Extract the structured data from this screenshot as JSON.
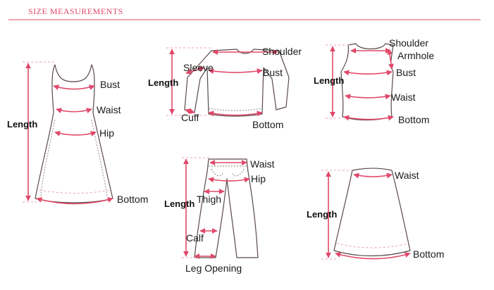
{
  "header": {
    "title": "SIZE MEASUREMENTS"
  },
  "colors": {
    "accent": "#e0486a",
    "outline": "#5a4a4a",
    "guide": "#e9a0b3"
  },
  "dress": {
    "bust": "Bust",
    "waist": "Waist",
    "hip": "Hip",
    "length": "Length",
    "bottom": "Bottom"
  },
  "top": {
    "shoulder": "Shoulder",
    "sleeve": "Sleeve",
    "length": "Length",
    "bust": "Bust",
    "cuff": "Cuff",
    "bottom": "Bottom"
  },
  "vest": {
    "shoulder": "Shoulder",
    "armhole": "Armhole",
    "length": "Length",
    "bust": "Bust",
    "waist": "Waist",
    "bottom": "Bottom"
  },
  "pants": {
    "waist": "Waist",
    "hip": "Hip",
    "length": "Length",
    "thigh": "Thigh",
    "calf": "Calf",
    "leg_opening": "Leg Opening"
  },
  "skirt": {
    "waist": "Waist",
    "length": "Length",
    "bottom": "Bottom"
  }
}
